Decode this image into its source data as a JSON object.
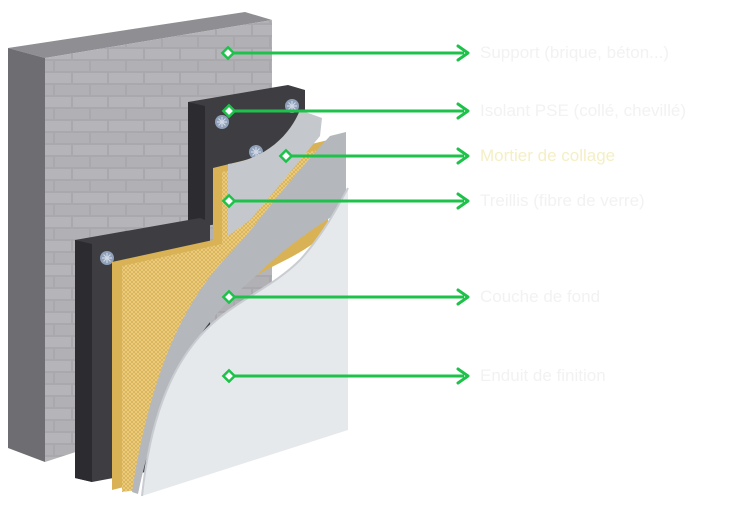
{
  "colors": {
    "arrow": "#1ec24a",
    "label": "#f2f2f2",
    "label_mortar": "#f4efc4",
    "brick_face": "#a9a9ad",
    "brick_top": "#8f8f93",
    "brick_side": "#6e6e72",
    "mortar_joint": "#d9d9dc",
    "insulation": "#3e3e42",
    "adhesive": "#d9b256",
    "mesh": "#e7c66e",
    "base_coat": "#b4b8bc",
    "finish": "#e6e9ec"
  },
  "icons": {
    "dowel": "dowel-icon",
    "arrow_start": "diamond-marker-icon",
    "arrow_end": "arrowhead-icon"
  },
  "layers": [
    {
      "id": "support",
      "label": "Support (brique, béton...)"
    },
    {
      "id": "isolant",
      "label": "Isolant PSE (collé, chevillé)"
    },
    {
      "id": "mortier",
      "label": "Mortier de collage"
    },
    {
      "id": "treillis",
      "label": "Treillis (fibre de verre)"
    },
    {
      "id": "fond",
      "label": "Couche de fond"
    },
    {
      "id": "enduit",
      "label": "Enduit de finition"
    }
  ]
}
